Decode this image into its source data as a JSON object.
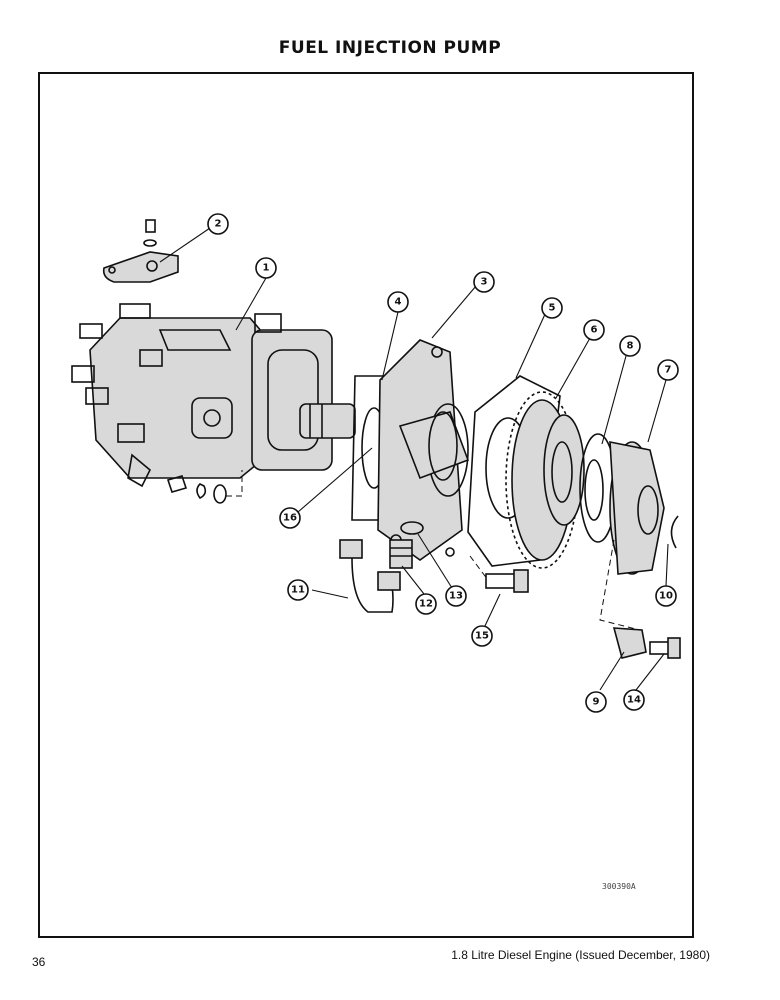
{
  "page": {
    "title": "FUEL INJECTION PUMP",
    "page_number": "36",
    "footer_title": "1.8 Litre Diesel Engine (Issued December, 1980)"
  },
  "figure": {
    "drawing_code": "300390A",
    "callouts": {
      "c1": "1",
      "c2": "2",
      "c3": "3",
      "c4": "4",
      "c5": "5",
      "c6": "6",
      "c7": "7",
      "c8": "8",
      "c9": "9",
      "c10": "10",
      "c11": "11",
      "c12": "12",
      "c13": "13",
      "c14": "14",
      "c15": "15",
      "c16": "16"
    }
  }
}
